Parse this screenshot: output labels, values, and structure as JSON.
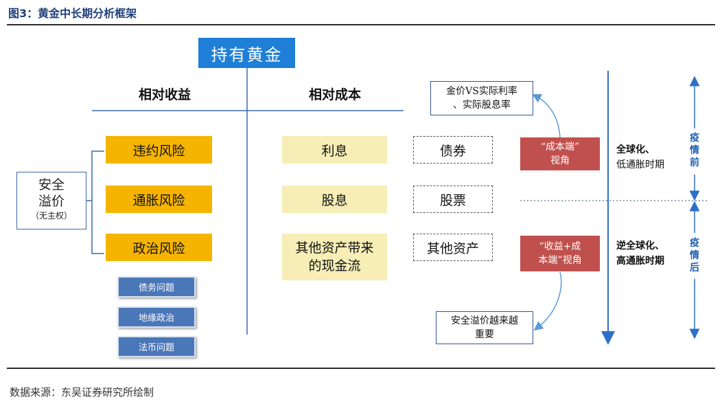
{
  "figure": {
    "title": "图3：黄金中长期分析框架",
    "source": "数据来源：东吴证券研究所绘制"
  },
  "root": {
    "label": "持有黄金"
  },
  "columns": {
    "left_header": "相对收益",
    "right_header": "相对成本"
  },
  "safe_premium": {
    "line1": "安全",
    "line2": "溢价",
    "note": "（无主权）"
  },
  "risks": [
    "违约风险",
    "通胀风险",
    "政治风险"
  ],
  "political_sub": [
    "债务问题",
    "地缘政治",
    "法币问题"
  ],
  "costs": [
    "利息",
    "股息",
    "其他资产带来的现金流"
  ],
  "assets": [
    "债券",
    "股票",
    "其他资产"
  ],
  "perspectives": {
    "cost": {
      "line1": "“成本端”",
      "line2": "视角"
    },
    "combined": {
      "line1": "“收益+成",
      "line2": "本端”视角"
    }
  },
  "callouts": {
    "top": {
      "line1": "金价VS实际利率",
      "line2": "、实际股息率"
    },
    "bottom": {
      "line1": "安全溢价越来越",
      "line2": "重要"
    }
  },
  "eras": {
    "pre": {
      "line1": "全球化、",
      "line2": "低通胀时期"
    },
    "post": {
      "line1": "逆全球化、",
      "line2": "高通胀时期"
    }
  },
  "periods": {
    "pre": [
      "疫",
      "情",
      "前"
    ],
    "post": [
      "疫",
      "情",
      "后"
    ]
  },
  "colors": {
    "root_blue": "#1f7fd6",
    "risk_orange": "#f5b400",
    "cost_khaki": "#f6eeb6",
    "view_red": "#c0504d",
    "sub_blue": "#4a77b8",
    "axis_blue": "#2e6fc7"
  }
}
